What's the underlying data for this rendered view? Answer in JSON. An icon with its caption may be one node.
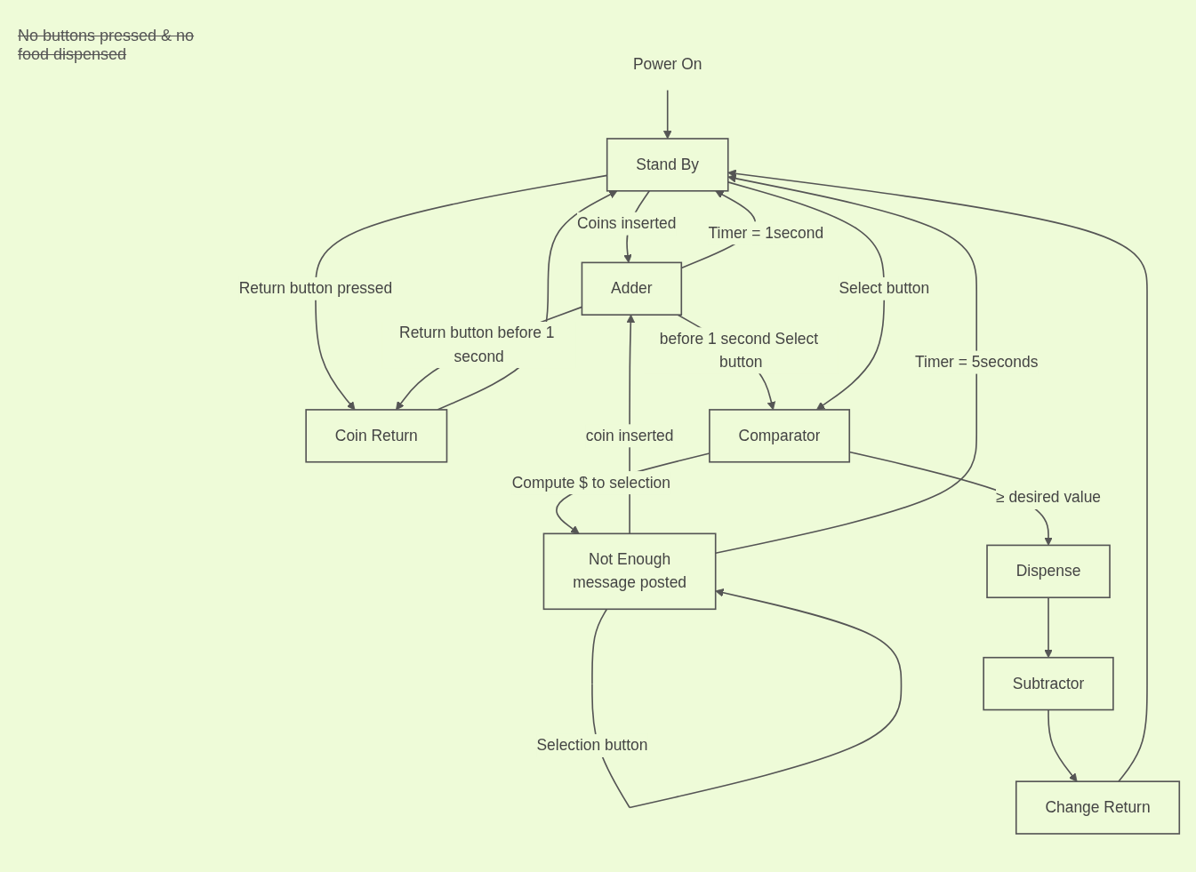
{
  "diagram": {
    "nodes": [
      {
        "text": [
          "Power On"
        ]
      },
      {
        "text": [
          "Stand By"
        ]
      },
      {
        "text": [
          "Adder"
        ]
      },
      {
        "text": [
          "Coin Return"
        ]
      },
      {
        "text": [
          "Comparator"
        ]
      },
      {
        "text": [
          "Not Enough",
          "message posted"
        ]
      },
      {
        "text": [
          "Dispense"
        ]
      },
      {
        "text": [
          "Subtractor"
        ]
      },
      {
        "text": [
          "Change Return"
        ]
      }
    ],
    "edges": [
      {
        "from": 0,
        "to": 1,
        "arrow": "to"
      },
      {
        "from": 1,
        "to": 2,
        "arrow": "to",
        "label": "Coins inserted"
      },
      {
        "from": 2,
        "to": 1,
        "arrow": "to",
        "label": "Timer = 1second"
      },
      {
        "from": 1,
        "to": 3,
        "arrow": "to",
        "label": "Return button pressed"
      },
      {
        "from": 2,
        "to": 3,
        "arrow": "to",
        "label": "Return button before 1 second"
      },
      {
        "from": 2,
        "to": 4,
        "arrow": "to",
        "label": "before 1 second Select button"
      },
      {
        "from": 1,
        "to": 4,
        "arrow": "to",
        "label": "Select button"
      },
      {
        "from": 4,
        "to": 5,
        "arrow": "to",
        "label": "Compute $ to selection"
      },
      {
        "from": 5,
        "to": 2,
        "arrow": "to",
        "label": "coin inserted"
      },
      {
        "from": 5,
        "to": 5,
        "arrow": "to",
        "label": "Selection button"
      },
      {
        "from": 5,
        "to": 1,
        "arrow": "to",
        "label": "Timer = 5seconds"
      },
      {
        "from": 4,
        "to": 6,
        "arrow": "to",
        "label": "≥ desired value"
      },
      {
        "from": 6,
        "to": 7,
        "arrow": "to"
      },
      {
        "from": 7,
        "to": 8,
        "arrow": "to"
      },
      {
        "from": 3,
        "to": 1,
        "arrow": "to"
      },
      {
        "from": 8,
        "to": 1,
        "arrow": "to"
      }
    ],
    "labels": [
      "No buttons pressed & no food dispensed"
    ]
  }
}
